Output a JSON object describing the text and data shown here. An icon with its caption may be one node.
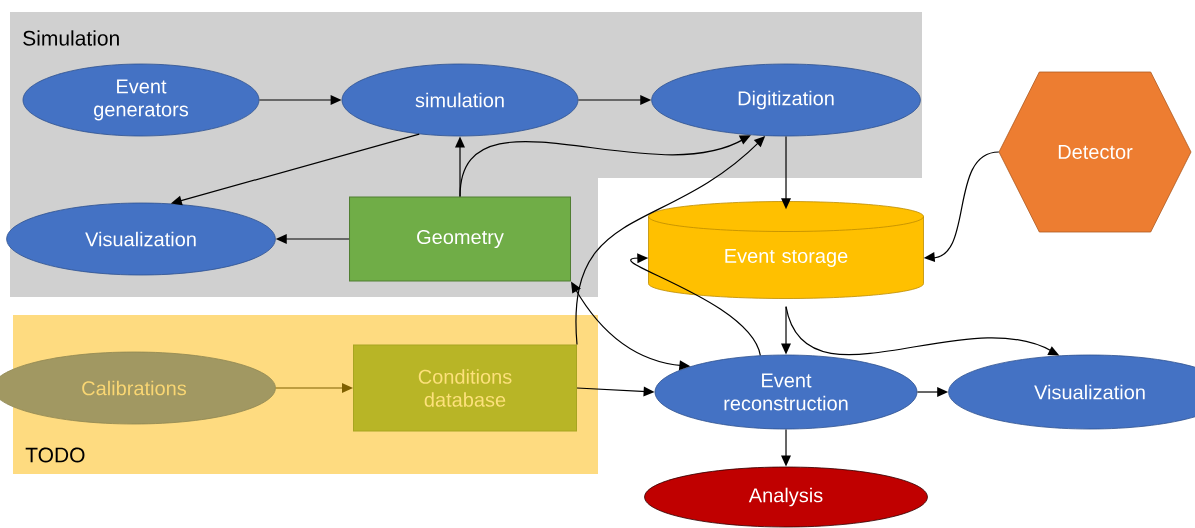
{
  "diagram": {
    "nodes": [
      {
        "text": [
          "Simulation"
        ]
      },
      {
        "text": [
          "Event generators"
        ],
        "in": 0
      },
      {
        "text": [
          "simulation"
        ],
        "in": 0
      },
      {
        "text": [
          "Digitization"
        ],
        "in": 0
      },
      {
        "text": [
          "Visualization"
        ],
        "in": 0
      },
      {
        "text": [
          "Geometry"
        ],
        "in": 0
      },
      {
        "text": [
          "TODO"
        ]
      },
      {
        "text": [
          "Calibrations"
        ],
        "in": 6
      },
      {
        "text": [
          "Conditions database"
        ],
        "in": 6
      },
      {
        "text": [
          "Detector"
        ]
      },
      {
        "text": [
          "Event storage"
        ]
      },
      {
        "text": [
          "Event reconstruction"
        ]
      },
      {
        "text": [
          "Visualization"
        ]
      },
      {
        "text": [
          "Analysis"
        ]
      }
    ],
    "edges": [
      {
        "from": 1,
        "to": 2,
        "arrow": "to"
      },
      {
        "from": 2,
        "to": 3,
        "arrow": "to"
      },
      {
        "from": 2,
        "to": 4,
        "arrow": "to"
      },
      {
        "from": 5,
        "to": 4,
        "arrow": "to"
      },
      {
        "from": 5,
        "to": 2,
        "arrow": "to"
      },
      {
        "from": 5,
        "to": 3,
        "arrow": "to"
      },
      {
        "from": 8,
        "to": 3,
        "arrow": "to"
      },
      {
        "from": 7,
        "to": 8,
        "arrow": "to",
        "color": "#7f6000"
      },
      {
        "from": 8,
        "to": 11,
        "arrow": "to"
      },
      {
        "from": 5,
        "to": 11,
        "arrow": "both"
      },
      {
        "from": 3,
        "to": 10,
        "arrow": "to"
      },
      {
        "from": 9,
        "to": 10,
        "arrow": "to"
      },
      {
        "from": 11,
        "to": 10,
        "arrow": "to"
      },
      {
        "from": 10,
        "to": 11,
        "arrow": "to"
      },
      {
        "from": 10,
        "to": 12,
        "arrow": "to"
      },
      {
        "from": 11,
        "to": 12,
        "arrow": "to"
      },
      {
        "from": 11,
        "to": 13,
        "arrow": "to"
      }
    ]
  }
}
